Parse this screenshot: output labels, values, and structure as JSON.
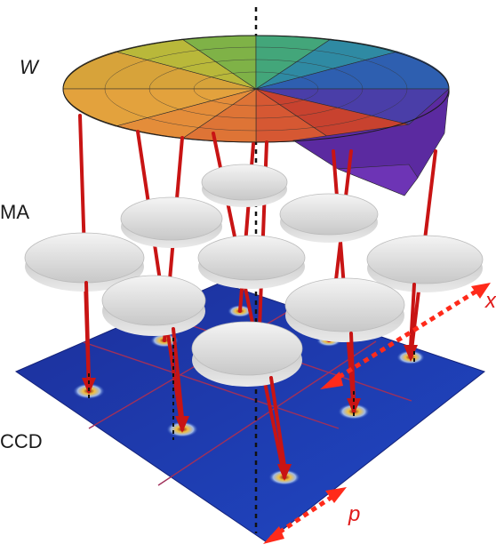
{
  "labels": {
    "wavefront": "W",
    "lenslet_array": "MA",
    "sensor": "CCD",
    "pitch": "p",
    "x_axis": "x"
  },
  "lenslet_count": 9,
  "colors": {
    "ray": "#c81414",
    "sensor_plane": "#1a3fb0",
    "grid_lines": "#9b2a55",
    "lenslet": "#e6e6e6",
    "arrow": "#ff2a1a",
    "axis_dash": "#111111"
  }
}
